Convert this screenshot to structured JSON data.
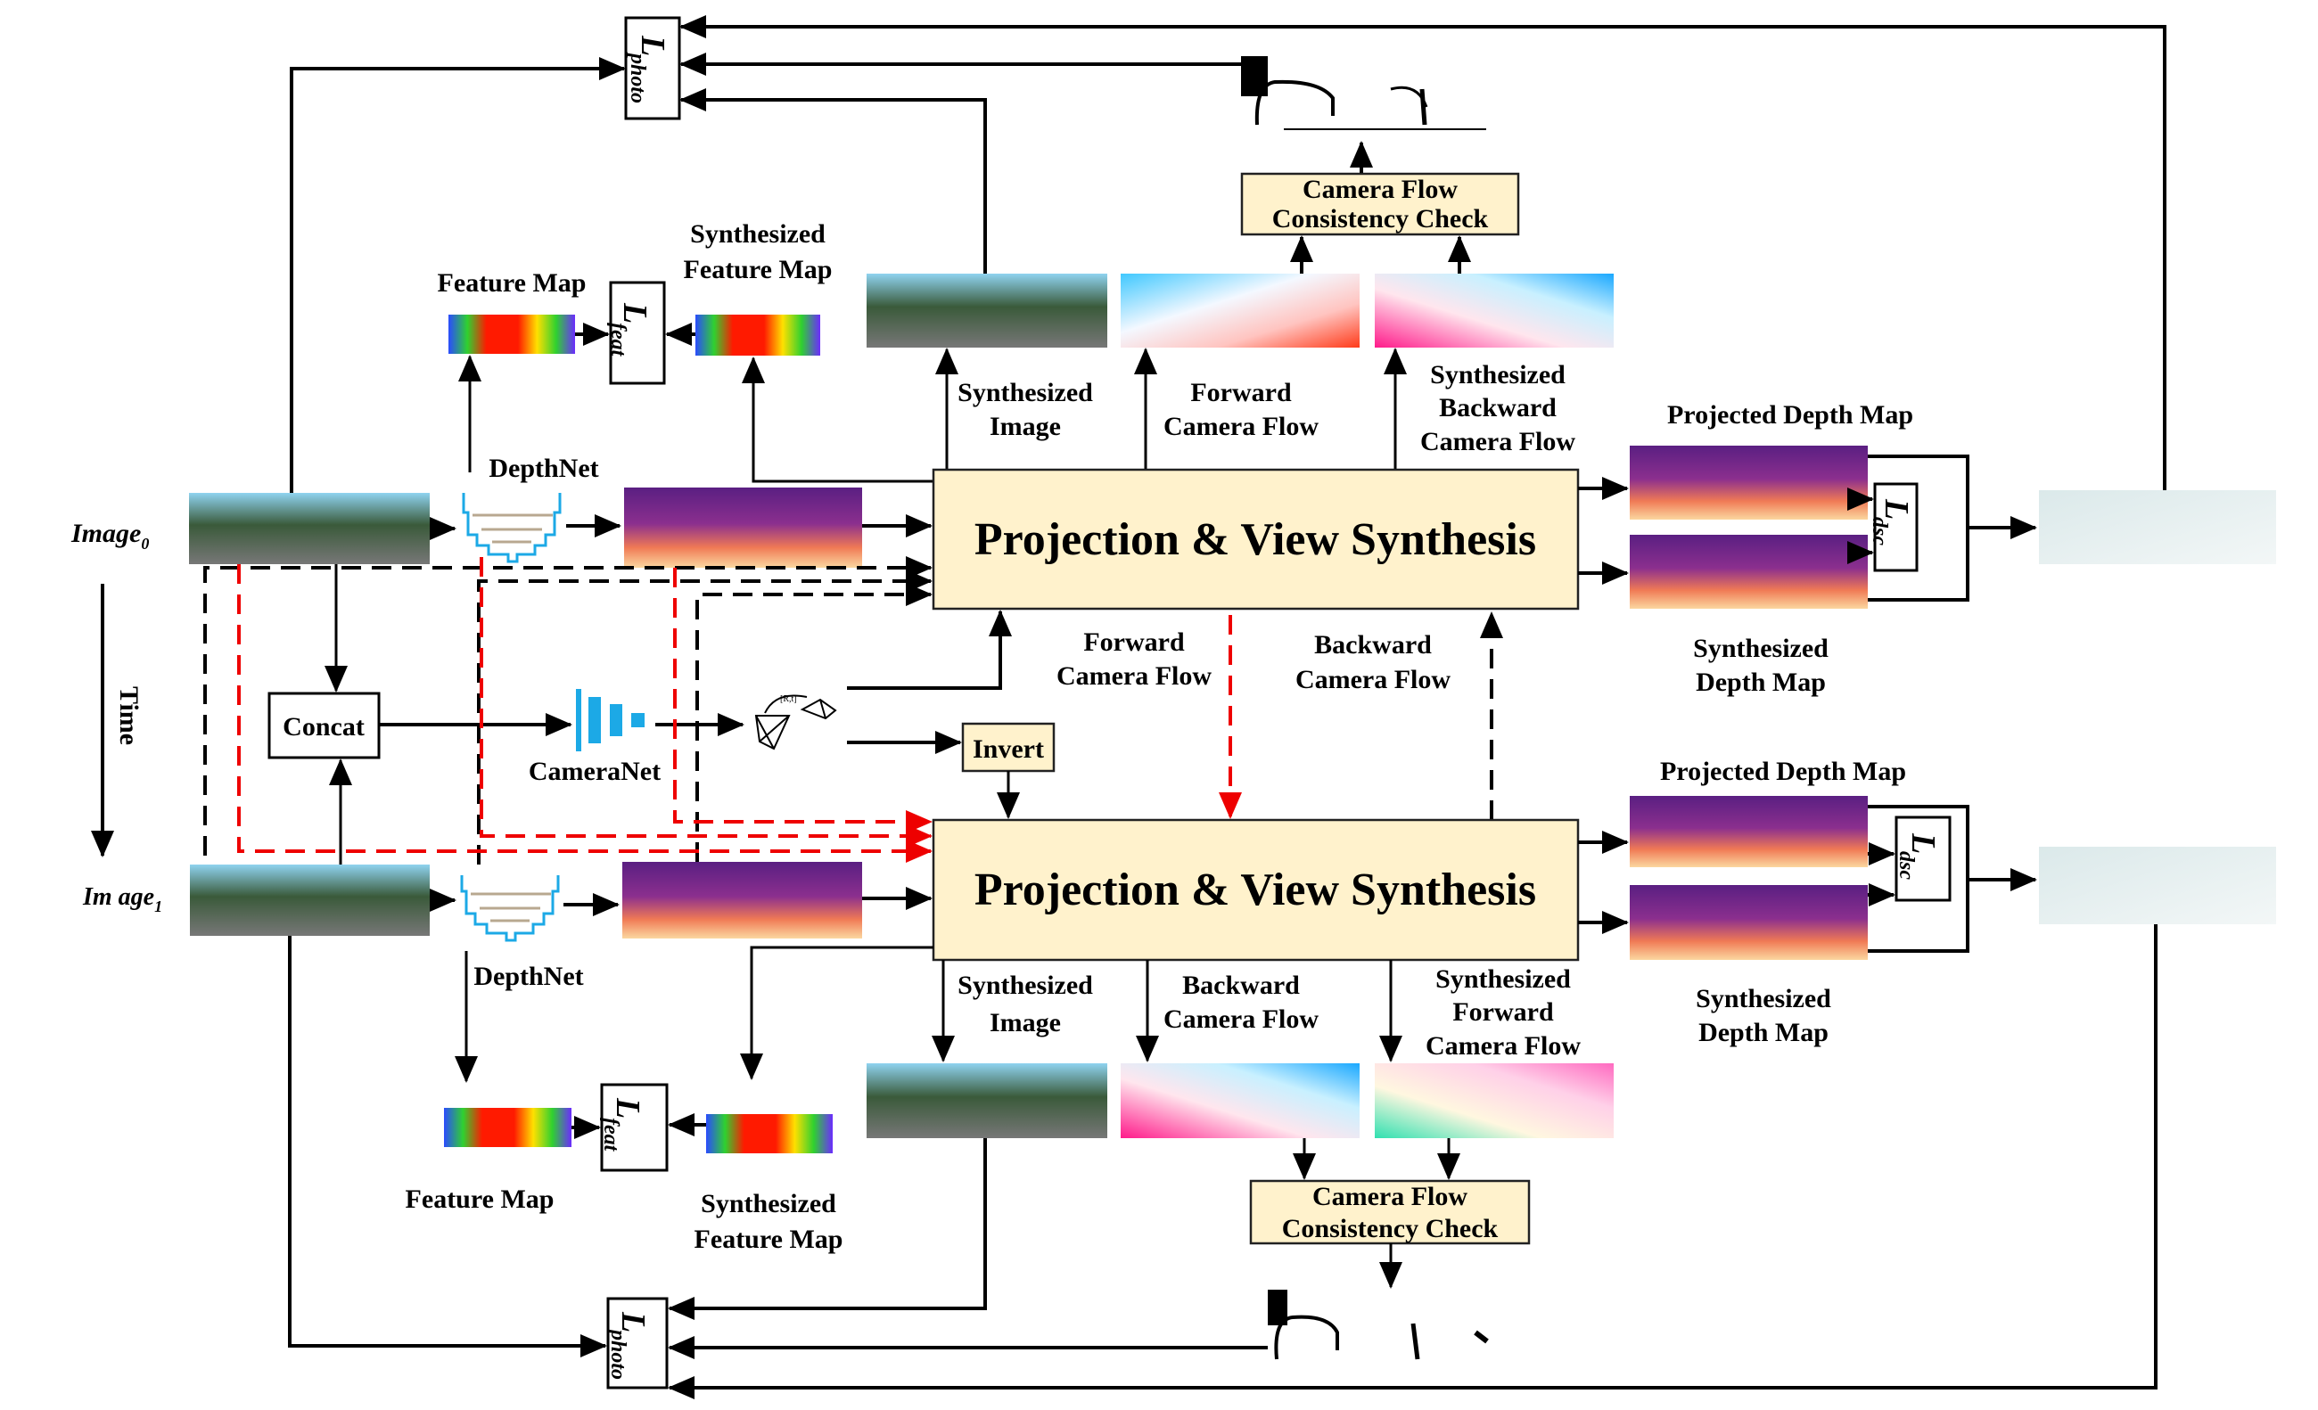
{
  "diagram": {
    "inputs": {
      "image0": "Image",
      "image0_sub": "0",
      "image1": "Im age",
      "image1_sub": "1",
      "time": "Time"
    },
    "modules": {
      "depthnet_top": "DepthNet",
      "depthnet_bottom": "DepthNet",
      "cameranet": "CameraNet",
      "concat": "Concat",
      "invert": "Invert",
      "pose_label": "[R,t]",
      "pvs_top": "Projection & View Synthesis",
      "pvs_bottom": "Projection & View Synthesis",
      "cfcc_top": [
        "Camera Flow",
        "Consistency Check"
      ],
      "cfcc_bottom": [
        "Camera Flow",
        "Consistency Check"
      ]
    },
    "losses": {
      "photo_main": "L",
      "photo_sub": "photo",
      "feat_main": "L",
      "feat_sub": "feat",
      "dsc_main": "L",
      "dsc_sub": "dsc"
    },
    "labels_top": {
      "feature_map": "Feature Map",
      "synth_feature_map": [
        "Synthesized",
        "Feature Map"
      ],
      "synth_image": [
        "Synthesized",
        "Image"
      ],
      "forward_flow": [
        "Forward",
        "Camera Flow"
      ],
      "synth_backward_flow": [
        "Synthesized",
        "Backward",
        "Camera Flow"
      ],
      "projected_depth": "Projected Depth Map",
      "synth_depth": [
        "Synthesized",
        "Depth Map"
      ]
    },
    "labels_middle": {
      "forward_flow": [
        "Forward",
        "Camera Flow"
      ],
      "backward_flow": [
        "Backward",
        "Camera Flow"
      ]
    },
    "labels_bottom": {
      "feature_map": "Feature Map",
      "synth_feature_map": [
        "Synthesized",
        "Feature Map"
      ],
      "synth_image": [
        "Synthesized",
        "Image"
      ],
      "backward_flow": [
        "Backward",
        "Camera Flow"
      ],
      "synth_forward_flow": [
        "Synthesized",
        "Forward",
        "Camera Flow"
      ],
      "projected_depth": "Projected Depth Map",
      "synth_depth": [
        "Synthesized",
        "Depth Map"
      ]
    },
    "colors": {
      "box_fill": "#FFF2CC",
      "line": "#000000",
      "dashed_red": "#E00000",
      "net_blue": "#1CA9E6"
    }
  }
}
